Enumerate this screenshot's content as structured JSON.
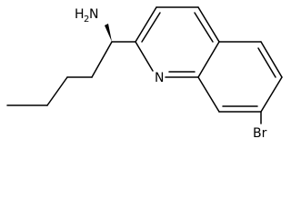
{
  "structure": {
    "atom_labels": {
      "amine_H": "H",
      "amine_sub": "2",
      "amine_N": "N",
      "ring_N": "N",
      "bromine": "Br"
    },
    "colors": {
      "ink": "#000000",
      "background": "#ffffff"
    }
  }
}
